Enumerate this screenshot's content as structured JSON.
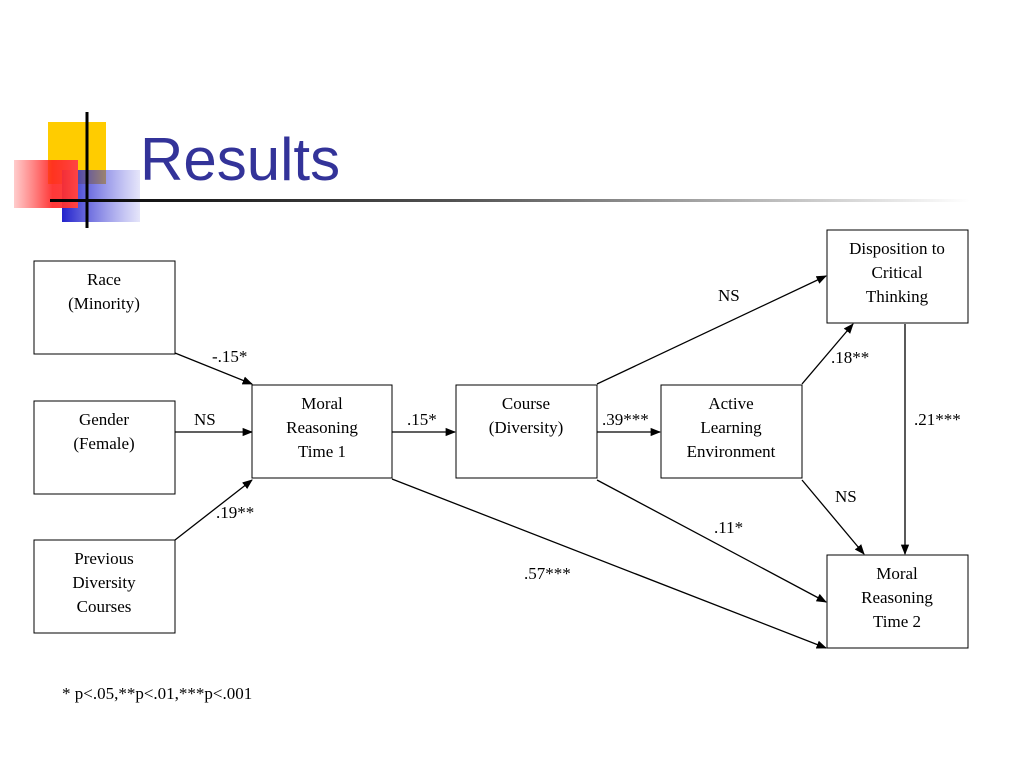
{
  "title": "Results",
  "nodes": {
    "race": [
      "Race",
      "(Minority)"
    ],
    "gender": [
      "Gender",
      "(Female)"
    ],
    "previous": [
      "Previous",
      "Diversity",
      "Courses"
    ],
    "moral1": [
      "Moral",
      "Reasoning",
      "Time 1"
    ],
    "course": [
      "Course",
      "(Diversity)"
    ],
    "active": [
      "Active",
      "Learning",
      "Environment"
    ],
    "disposition": [
      "Disposition to",
      "Critical",
      "Thinking"
    ],
    "moral2": [
      "Moral",
      "Reasoning",
      "Time 2"
    ]
  },
  "edges": {
    "race_moral1": "-.15*",
    "gender_moral1": "NS",
    "previous_moral1": ".19**",
    "moral1_course": ".15*",
    "course_active": ".39***",
    "course_disposition": "NS",
    "active_disposition": ".18**",
    "disposition_moral2": ".21***",
    "active_moral2": "NS",
    "course_moral2": ".11*",
    "moral1_moral2": ".57***"
  },
  "footnote": "* p<.05,**p<.01,***p<.001",
  "colors": {
    "title": "#333399",
    "deco_yellow": "#FFCC00",
    "deco_blue": "#3333CC",
    "deco_red": "#FF3333"
  }
}
